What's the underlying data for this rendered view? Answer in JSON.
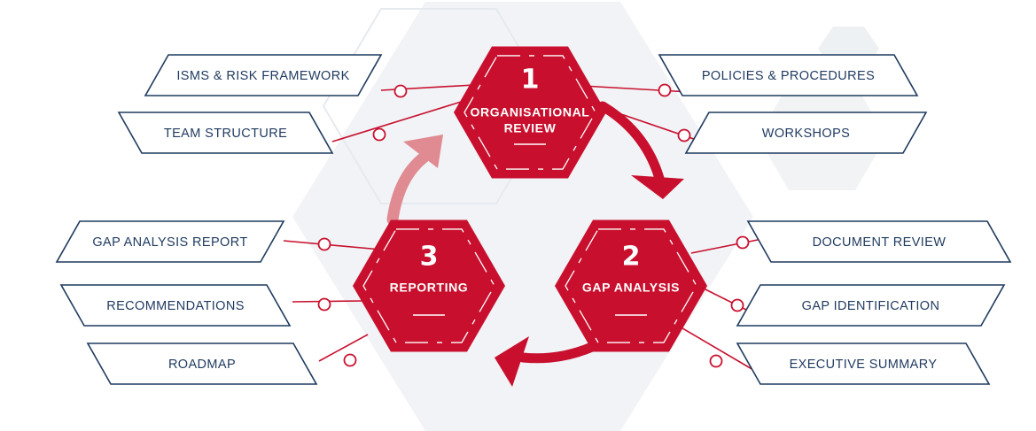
{
  "colors": {
    "primary_red": "#c8102e",
    "light_red": "#e08a92",
    "navy": "#1f3a5f",
    "backdrop": "#eef1f4"
  },
  "stages": [
    {
      "number": "1",
      "title_line1": "ORGANISATIONAL",
      "title_line2": "REVIEW"
    },
    {
      "number": "2",
      "title_line1": "GAP ANALYSIS",
      "title_line2": ""
    },
    {
      "number": "3",
      "title_line1": "REPORTING",
      "title_line2": ""
    }
  ],
  "labels": {
    "stage1_left": [
      "ISMS & RISK FRAMEWORK",
      "TEAM STRUCTURE"
    ],
    "stage1_right": [
      "POLICIES & PROCEDURES",
      "WORKSHOPS"
    ],
    "stage2_right": [
      "DOCUMENT REVIEW",
      "GAP IDENTIFICATION",
      "EXECUTIVE SUMMARY"
    ],
    "stage3_left": [
      "GAP ANALYSIS REPORT",
      "RECOMMENDATIONS",
      "ROADMAP"
    ]
  }
}
